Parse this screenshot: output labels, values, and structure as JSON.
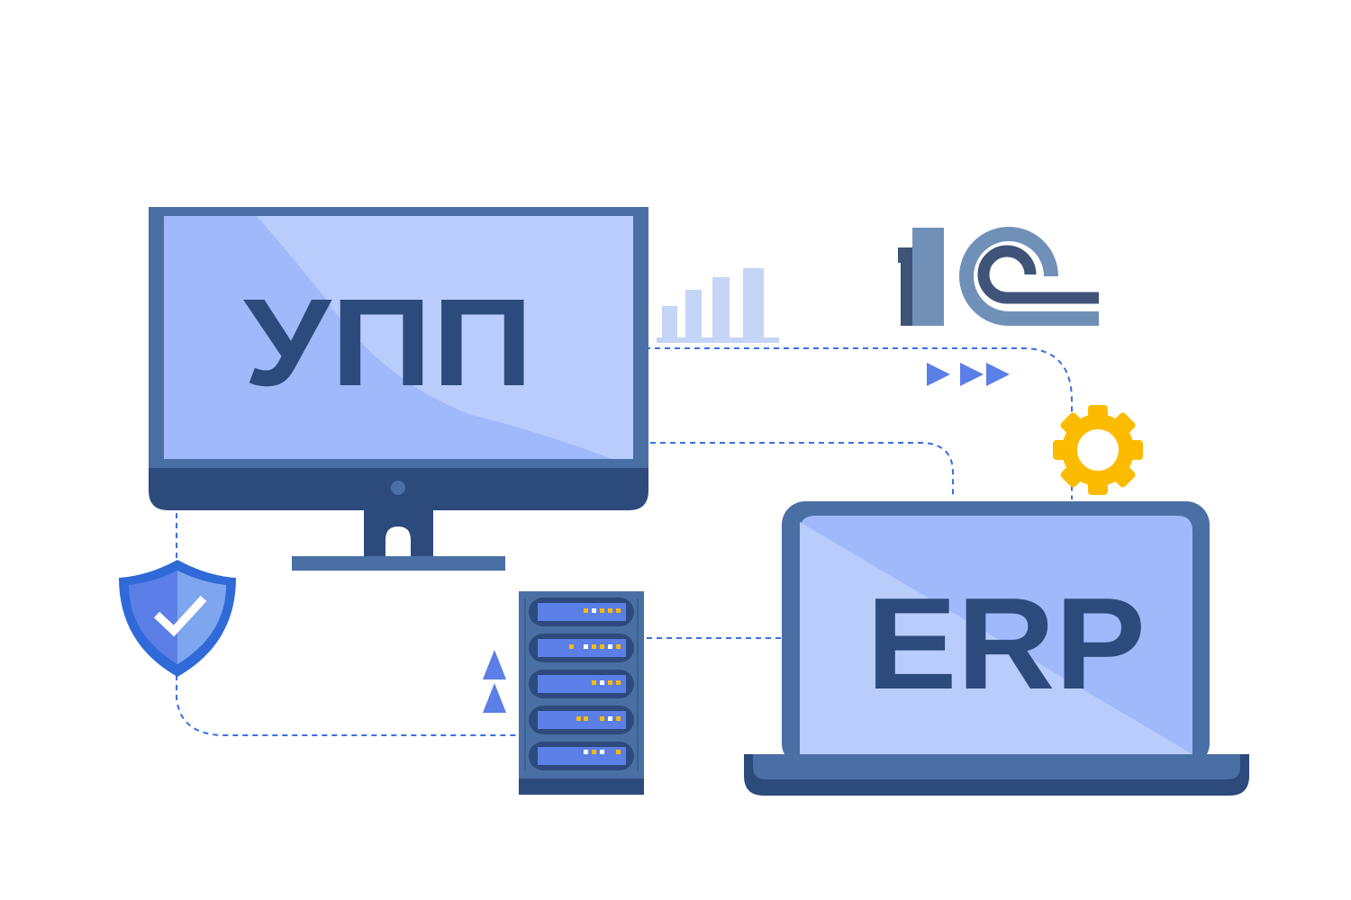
{
  "monitor": {
    "label": "УПП"
  },
  "laptop": {
    "label": "ERP"
  },
  "logo": {
    "text": "1С"
  },
  "colors": {
    "frame": "#4a6fa5",
    "dark": "#2d4a7c",
    "screen_light": "#b8cdfc",
    "screen_dark": "#9fb9fb",
    "accent": "#5b7fe6",
    "dash": "#3b6fe0",
    "gear": "#fdbb00",
    "bars": "#c4d5f7",
    "logo_dark": "#3f5478",
    "logo_light": "#7090b8"
  }
}
